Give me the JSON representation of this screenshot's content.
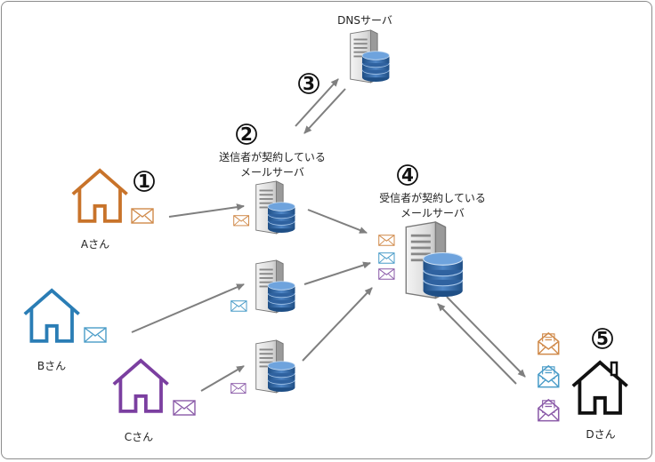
{
  "steps": [
    "1",
    "2",
    "3",
    "4",
    "5"
  ],
  "labels": {
    "dns": "DNSサーバ",
    "sender_server_line1": "送信者が契約している",
    "sender_server_line2": "メールサーバ",
    "receiver_server_line1": "受信者が契約している",
    "receiver_server_line2": "メールサーバ",
    "user_a": "Aさん",
    "user_b": "Bさん",
    "user_c": "Cさん",
    "user_d": "Dさん"
  },
  "colors": {
    "user_a": "#c8732a",
    "user_b": "#2a7db5",
    "user_c": "#7b3fa0",
    "user_d": "#111111",
    "arrow": "#7f7f7f",
    "mail_orange": "#d08a4a",
    "mail_blue": "#4a9cc8",
    "mail_purple": "#8a5aa8"
  }
}
